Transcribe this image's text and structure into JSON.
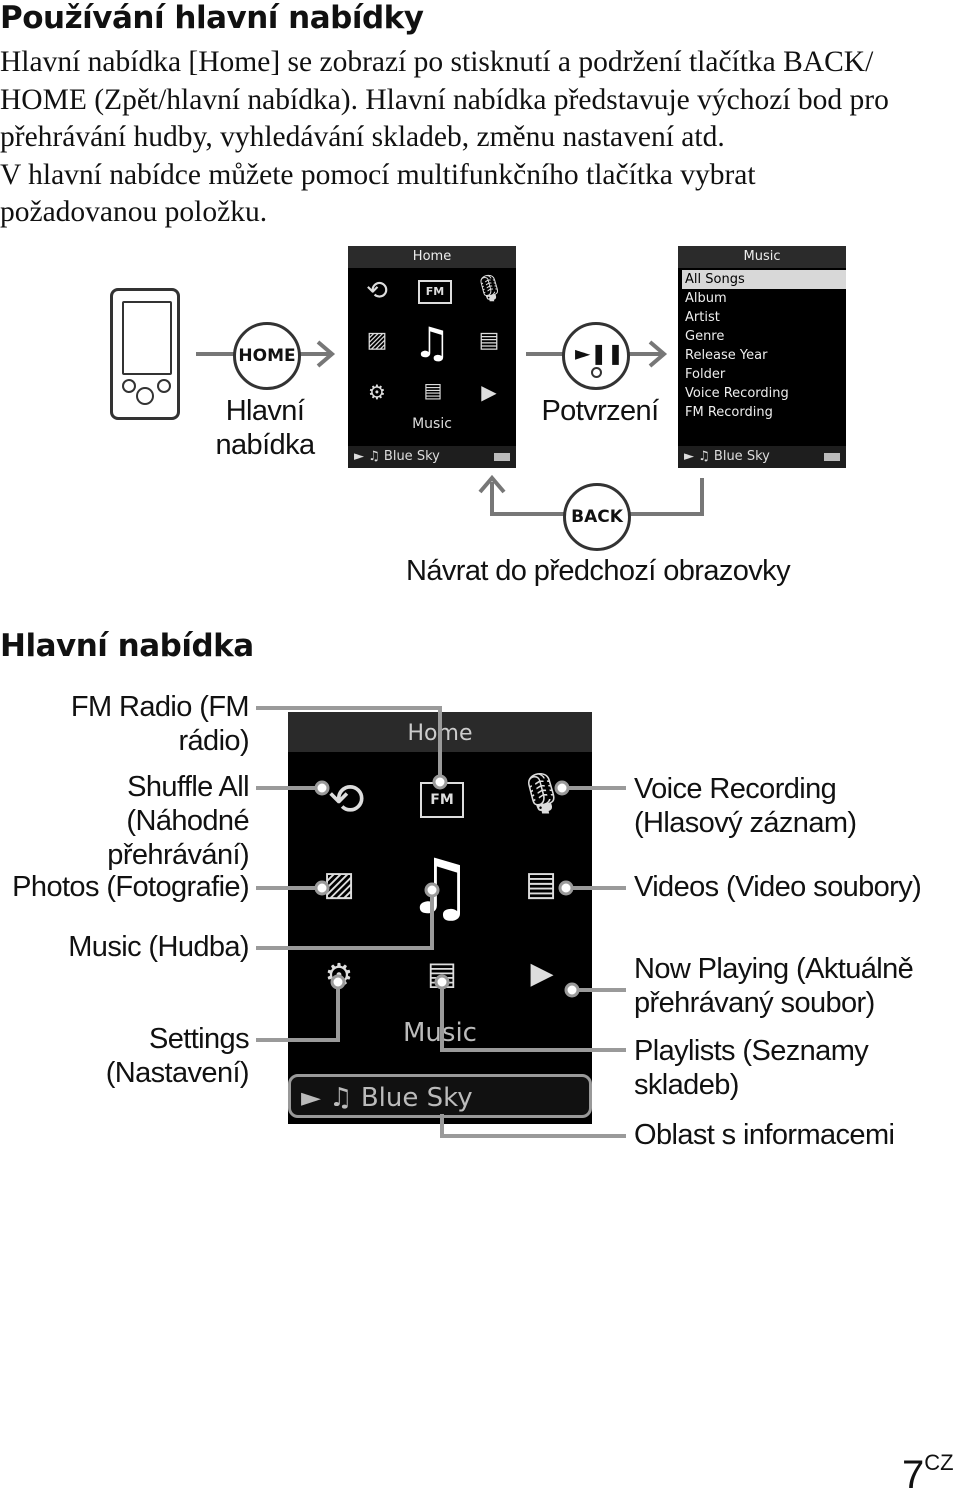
{
  "heading_main": "Používání hlavní nabídky",
  "paragraph": {
    "line1": "Hlavní nabídka [Home] se zobrazí po stisknutí a podržení tlačítka BACK/",
    "line2": "HOME (Zpět/hlavní nabídka). Hlavní nabídka představuje výchozí bod pro",
    "line3": "přehrávání hudby, vyhledávání skladeb, změnu nastavení atd.",
    "line4": "V hlavní nabídce můžete pomocí multifunkčního tlačítka vybrat",
    "line5": "požadovanou položku."
  },
  "diagram": {
    "home_button": "HOME",
    "home_caption_1": "Hlavní",
    "home_caption_2": "nabídka",
    "confirm_caption": "Potvrzení",
    "back_button": "BACK",
    "back_caption": "Návrat do předchozí obrazovky",
    "home_screen": {
      "title": "Home",
      "center_label": "Music",
      "footer": "► ♫ Blue Sky"
    },
    "music_screen": {
      "title": "Music",
      "items": [
        "All Songs",
        "Album",
        "Artist",
        "Genre",
        "Release Year",
        "Folder",
        "Voice Recording",
        "FM Recording"
      ],
      "footer": "► ♫ Blue Sky"
    }
  },
  "heading_sub": "Hlavní nabídka",
  "labels": {
    "fm_radio": "FM Radio (FM rádio)",
    "shuffle_1": "Shuffle All (Náhodné",
    "shuffle_2": "přehrávání)",
    "photos": "Photos (Fotografie)",
    "music": "Music (Hudba)",
    "settings": "Settings (Nastavení)",
    "voice_1": "Voice Recording",
    "voice_2": "(Hlasový záznam)",
    "videos": "Videos (Video soubory)",
    "now_playing_1": "Now Playing (Aktuálně",
    "now_playing_2": "přehrávaný soubor)",
    "playlists": "Playlists (Seznamy skladeb)",
    "info_area": "Oblast s informacemi"
  },
  "big_screen": {
    "title": "Home",
    "center_label": "Music",
    "footer": "► ♫ Blue Sky"
  },
  "page_number": "7",
  "page_suffix": "CZ"
}
